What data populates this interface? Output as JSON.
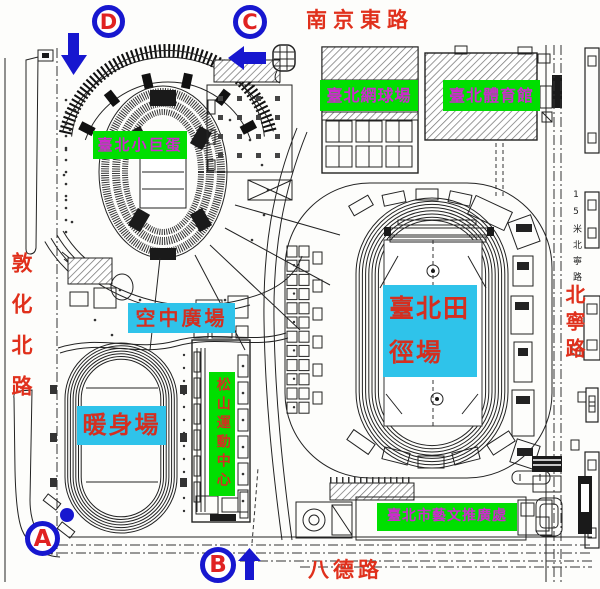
{
  "roads": {
    "north": "南京東路",
    "west": "敦化北路",
    "east": "北寧路",
    "east_small": "15米北寧路",
    "south": "八德路"
  },
  "venues": {
    "arena": "臺北小巨蛋",
    "tennis": "臺北網球場",
    "gym": "臺北體育館",
    "sky_plaza": "空中廣場",
    "stadium_line1": "臺北田",
    "stadium_line2": "徑場",
    "warmup": "暖身場",
    "songshan": "松山運動中心",
    "arts": "臺北市藝文推廣處"
  },
  "markers": {
    "a": "A",
    "b": "B",
    "c": "C",
    "d": "D"
  },
  "colors": {
    "road_text": "#e0301c",
    "label_green": "#00df00",
    "label_cyan": "#2fc3ea",
    "label_text_magenta": "#cc2bcc",
    "label_text_red": "#d42f20",
    "marker_blue": "#1717cf",
    "marker_letter": "#e02222"
  }
}
